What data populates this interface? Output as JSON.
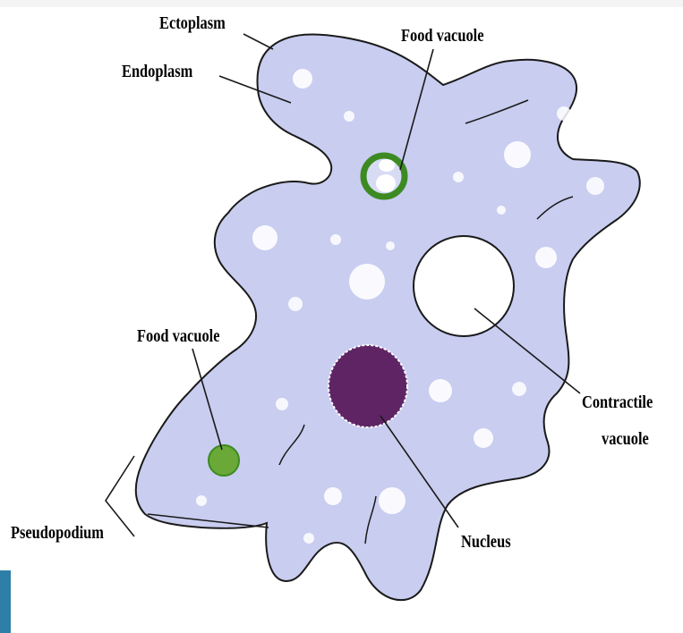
{
  "labels": {
    "ectoplasm": "Ectoplasm",
    "endoplasm": "Endoplasm",
    "food_vacuole_top": "Food vacuole",
    "food_vacuole_left": "Food vacuole",
    "contractile_line1": "Contractile",
    "contractile_line2": "vacuole",
    "pseudopodium": "Pseudopodium",
    "nucleus": "Nucleus"
  },
  "colors": {
    "cytoplasm": "#c9cdf0",
    "membrane": "#1a1a1a",
    "food_vacuole_ring": "#3d8a22",
    "food_vacuole_fill": "#6aa838",
    "nucleus": "#5e2464",
    "granule": "#ffffff",
    "accent_corner": "#2e7fa8"
  }
}
